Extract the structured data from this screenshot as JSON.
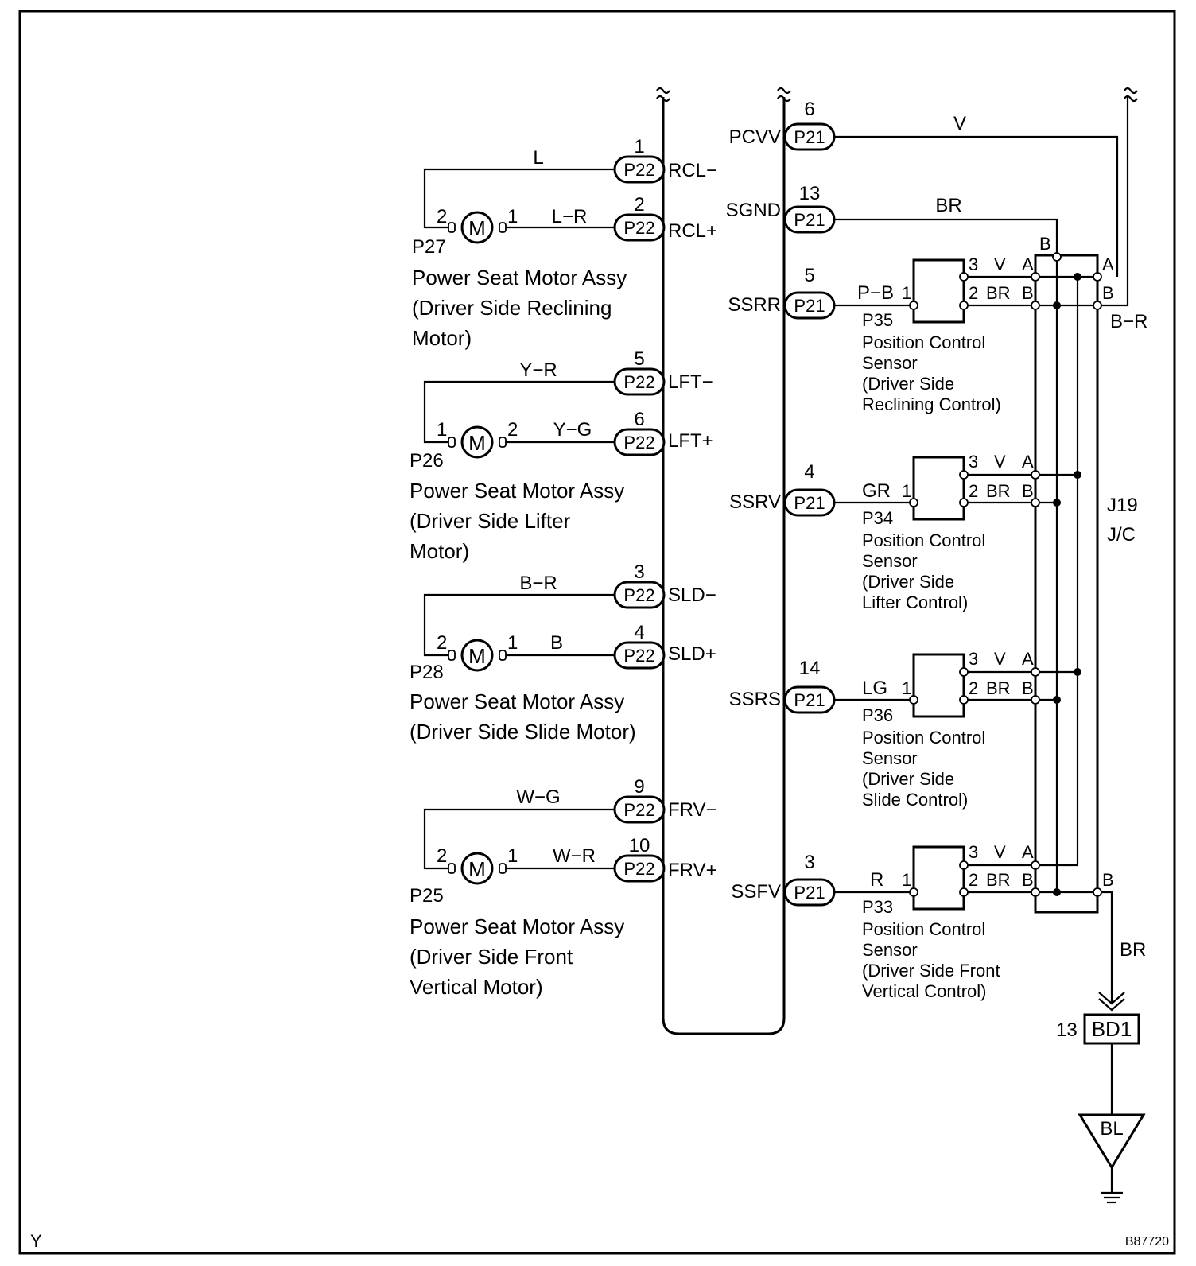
{
  "ecu_left": {
    "connector": "P22",
    "pins": [
      {
        "num": "1",
        "name": "RCL−",
        "wire": "L"
      },
      {
        "num": "2",
        "name": "RCL+",
        "wire": "L−R"
      },
      {
        "num": "5",
        "name": "LFT−",
        "wire": "Y−R"
      },
      {
        "num": "6",
        "name": "LFT+",
        "wire": "Y−G"
      },
      {
        "num": "3",
        "name": "SLD−",
        "wire": "B−R"
      },
      {
        "num": "4",
        "name": "SLD+",
        "wire": "B"
      },
      {
        "num": "9",
        "name": "FRV−",
        "wire": "W−G"
      },
      {
        "num": "10",
        "name": "FRV+",
        "wire": "W−R"
      }
    ]
  },
  "ecu_right": {
    "connector": "P21",
    "pins": [
      {
        "num": "6",
        "name": "PCVV",
        "wire": "V"
      },
      {
        "num": "13",
        "name": "SGND",
        "wire": "BR"
      },
      {
        "num": "5",
        "name": "SSRR",
        "wire": "P−B"
      },
      {
        "num": "4",
        "name": "SSRV",
        "wire": "GR"
      },
      {
        "num": "14",
        "name": "SSRS",
        "wire": "LG"
      },
      {
        "num": "3",
        "name": "SSFV",
        "wire": "R"
      }
    ]
  },
  "motors": [
    {
      "id": "P27",
      "symbol": "M",
      "pin_a": "2",
      "pin_b": "1",
      "desc": [
        "Power Seat Motor Assy",
        "(Driver Side Reclining",
        "Motor)"
      ]
    },
    {
      "id": "P26",
      "symbol": "M",
      "pin_a": "1",
      "pin_b": "2",
      "desc": [
        "Power Seat Motor Assy",
        "(Driver Side Lifter",
        "Motor)"
      ]
    },
    {
      "id": "P28",
      "symbol": "M",
      "pin_a": "2",
      "pin_b": "1",
      "desc": [
        "Power Seat Motor Assy",
        "(Driver Side Slide Motor)"
      ]
    },
    {
      "id": "P25",
      "symbol": "M",
      "pin_a": "2",
      "pin_b": "1",
      "desc": [
        "Power Seat Motor Assy",
        "(Driver Side Front",
        "Vertical Motor)"
      ]
    }
  ],
  "sensors": [
    {
      "id": "P35",
      "pin1": "1",
      "pin3": "3",
      "pin2": "2",
      "w3": "V",
      "w2": "BR",
      "jA": "A",
      "jB": "B",
      "desc": [
        "Position Control",
        "Sensor",
        "(Driver Side",
        "Reclining Control)"
      ]
    },
    {
      "id": "P34",
      "pin1": "1",
      "pin3": "3",
      "pin2": "2",
      "w3": "V",
      "w2": "BR",
      "jA": "A",
      "jB": "B",
      "desc": [
        "Position Control",
        "Sensor",
        "(Driver Side",
        "Lifter Control)"
      ]
    },
    {
      "id": "P36",
      "pin1": "1",
      "pin3": "3",
      "pin2": "2",
      "w3": "V",
      "w2": "BR",
      "jA": "A",
      "jB": "B",
      "desc": [
        "Position Control",
        "Sensor",
        "(Driver Side",
        "Slide Control)"
      ]
    },
    {
      "id": "P33",
      "pin1": "1",
      "pin3": "3",
      "pin2": "2",
      "w3": "V",
      "w2": "BR",
      "jA": "A",
      "jB": "B",
      "desc": [
        "Position Control",
        "Sensor",
        "(Driver Side Front",
        "Vertical Control)"
      ]
    }
  ],
  "junction": {
    "id": "J19",
    "type": "J/C",
    "top_left": "B",
    "top_right_a": "A",
    "top_right_b": "B",
    "outlet": "B−R",
    "bottom": "B"
  },
  "ground_wire": "BR",
  "ground_connector": {
    "num": "13",
    "id": "BD1"
  },
  "ground_point": "BL",
  "corner_left": "Y",
  "corner_right": "B87720"
}
